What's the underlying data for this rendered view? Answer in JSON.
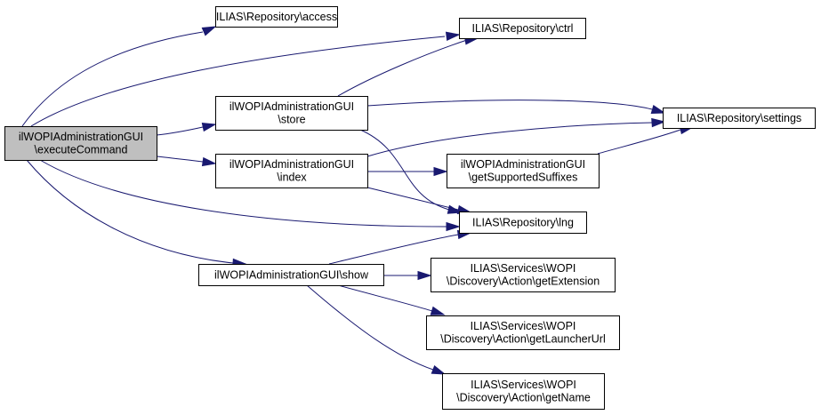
{
  "title": "Call graph of ilWOPIAdministrationGUI\\executeCommand",
  "colors": {
    "edge": "#191970",
    "root_fill": "#bfbfbf",
    "node_fill": "#ffffff",
    "border": "#000000"
  },
  "nodes": [
    {
      "id": "executeCommand",
      "lines": [
        "ilWOPIAdministrationGUI",
        "\\executeCommand"
      ],
      "root": true
    },
    {
      "id": "access",
      "lines": [
        "ILIAS\\Repository\\access"
      ]
    },
    {
      "id": "ctrl",
      "lines": [
        "ILIAS\\Repository\\ctrl"
      ]
    },
    {
      "id": "store",
      "lines": [
        "ilWOPIAdministrationGUI",
        "\\store"
      ]
    },
    {
      "id": "settings",
      "lines": [
        "ILIAS\\Repository\\settings"
      ]
    },
    {
      "id": "index",
      "lines": [
        "ilWOPIAdministrationGUI",
        "\\index"
      ]
    },
    {
      "id": "getSupportedSuffixes",
      "lines": [
        "ilWOPIAdministrationGUI",
        "\\getSupportedSuffixes"
      ]
    },
    {
      "id": "lng",
      "lines": [
        "ILIAS\\Repository\\lng"
      ]
    },
    {
      "id": "show",
      "lines": [
        "ilWOPIAdministrationGUI\\show"
      ]
    },
    {
      "id": "getExtension",
      "lines": [
        "ILIAS\\Services\\WOPI",
        "\\Discovery\\Action\\getExtension"
      ]
    },
    {
      "id": "getLauncherUrl",
      "lines": [
        "ILIAS\\Services\\WOPI",
        "\\Discovery\\Action\\getLauncherUrl"
      ]
    },
    {
      "id": "getName",
      "lines": [
        "ILIAS\\Services\\WOPI",
        "\\Discovery\\Action\\getName"
      ]
    }
  ],
  "edges": [
    {
      "from": "executeCommand",
      "to": "access"
    },
    {
      "from": "executeCommand",
      "to": "ctrl"
    },
    {
      "from": "executeCommand",
      "to": "store"
    },
    {
      "from": "executeCommand",
      "to": "index"
    },
    {
      "from": "executeCommand",
      "to": "lng"
    },
    {
      "from": "executeCommand",
      "to": "show"
    },
    {
      "from": "store",
      "to": "ctrl"
    },
    {
      "from": "store",
      "to": "settings"
    },
    {
      "from": "store",
      "to": "lng"
    },
    {
      "from": "index",
      "to": "settings"
    },
    {
      "from": "index",
      "to": "getSupportedSuffixes"
    },
    {
      "from": "index",
      "to": "lng"
    },
    {
      "from": "getSupportedSuffixes",
      "to": "settings"
    },
    {
      "from": "show",
      "to": "lng"
    },
    {
      "from": "show",
      "to": "getExtension"
    },
    {
      "from": "show",
      "to": "getLauncherUrl"
    },
    {
      "from": "show",
      "to": "getName"
    }
  ]
}
